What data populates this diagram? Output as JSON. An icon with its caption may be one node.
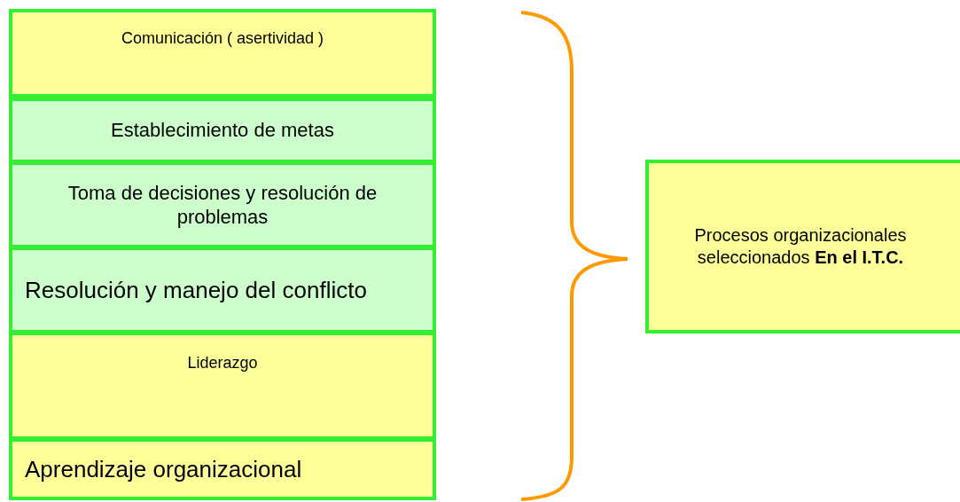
{
  "diagram": {
    "nodes": [
      {
        "text": [
          "Comunicación ( asertividad )"
        ]
      },
      {
        "text": [
          "Establecimiento de metas"
        ]
      },
      {
        "text": [
          "Toma de decisiones y resolución de problemas"
        ]
      },
      {
        "text": [
          "Resolución y manejo del conflicto"
        ]
      },
      {
        "text": [
          "Liderazgo"
        ]
      },
      {
        "text": [
          "Aprendizaje organizacional"
        ]
      },
      {
        "text": [
          "Procesos organizacionales seleccionados **En el I.T.C.**"
        ]
      }
    ]
  }
}
